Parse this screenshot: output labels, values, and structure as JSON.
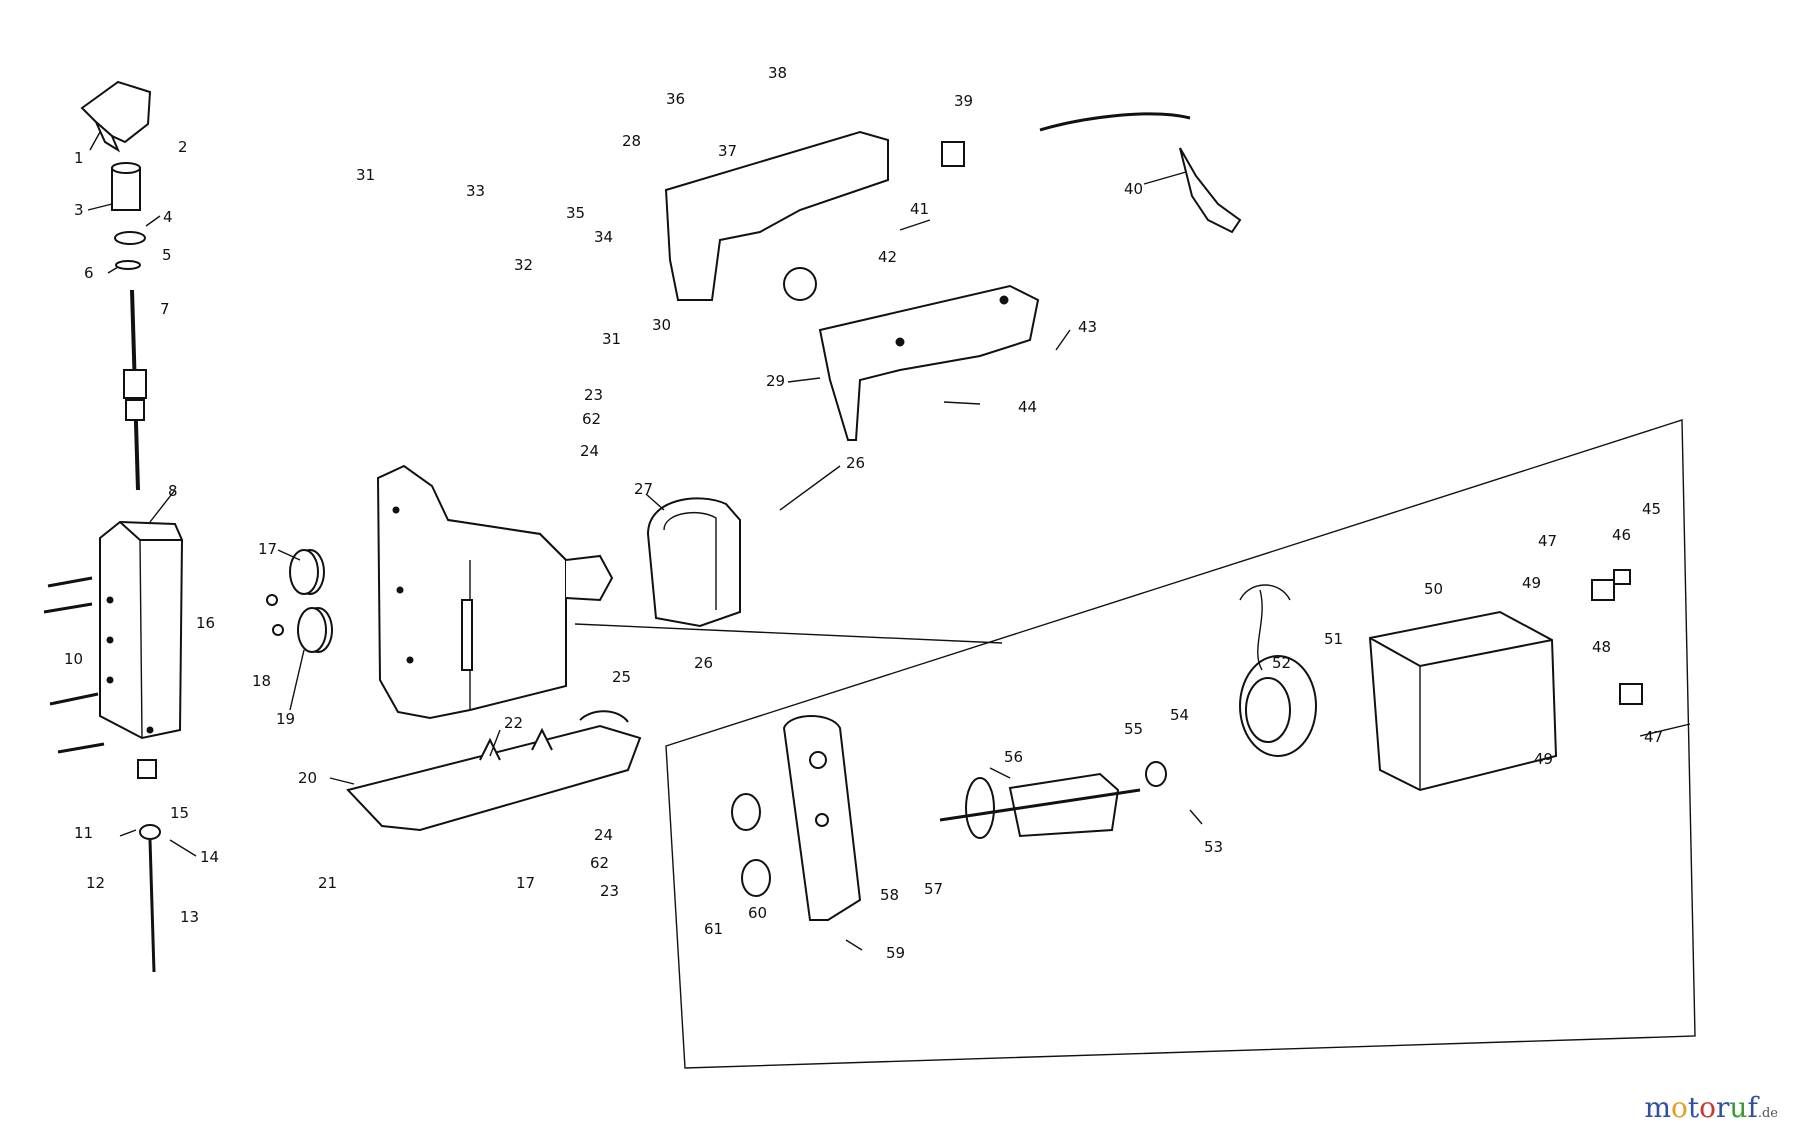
{
  "diagram": {
    "labels": [
      "1",
      "2",
      "3",
      "4",
      "5",
      "6",
      "7",
      "8",
      "10",
      "11",
      "12",
      "13",
      "14",
      "15",
      "16",
      "17",
      "18",
      "19",
      "20",
      "21",
      "22",
      "23",
      "24",
      "25",
      "26",
      "27",
      "28",
      "29",
      "30",
      "31",
      "32",
      "33",
      "34",
      "35",
      "36",
      "37",
      "38",
      "39",
      "40",
      "41",
      "42",
      "43",
      "44",
      "45",
      "46",
      "47",
      "48",
      "49",
      "50",
      "51",
      "52",
      "53",
      "54",
      "55",
      "56",
      "57",
      "58",
      "59",
      "60",
      "61",
      "62"
    ]
  },
  "watermark": {
    "letters": [
      {
        "char": "m",
        "color": "#2f4fa0"
      },
      {
        "char": "o",
        "color": "#e0a020"
      },
      {
        "char": "t",
        "color": "#2f4fa0"
      },
      {
        "char": "o",
        "color": "#c83a2a"
      },
      {
        "char": "r",
        "color": "#2f4fa0"
      },
      {
        "char": "u",
        "color": "#3a9a3a"
      },
      {
        "char": "f",
        "color": "#2f4fa0"
      }
    ],
    "domain": ".de"
  }
}
